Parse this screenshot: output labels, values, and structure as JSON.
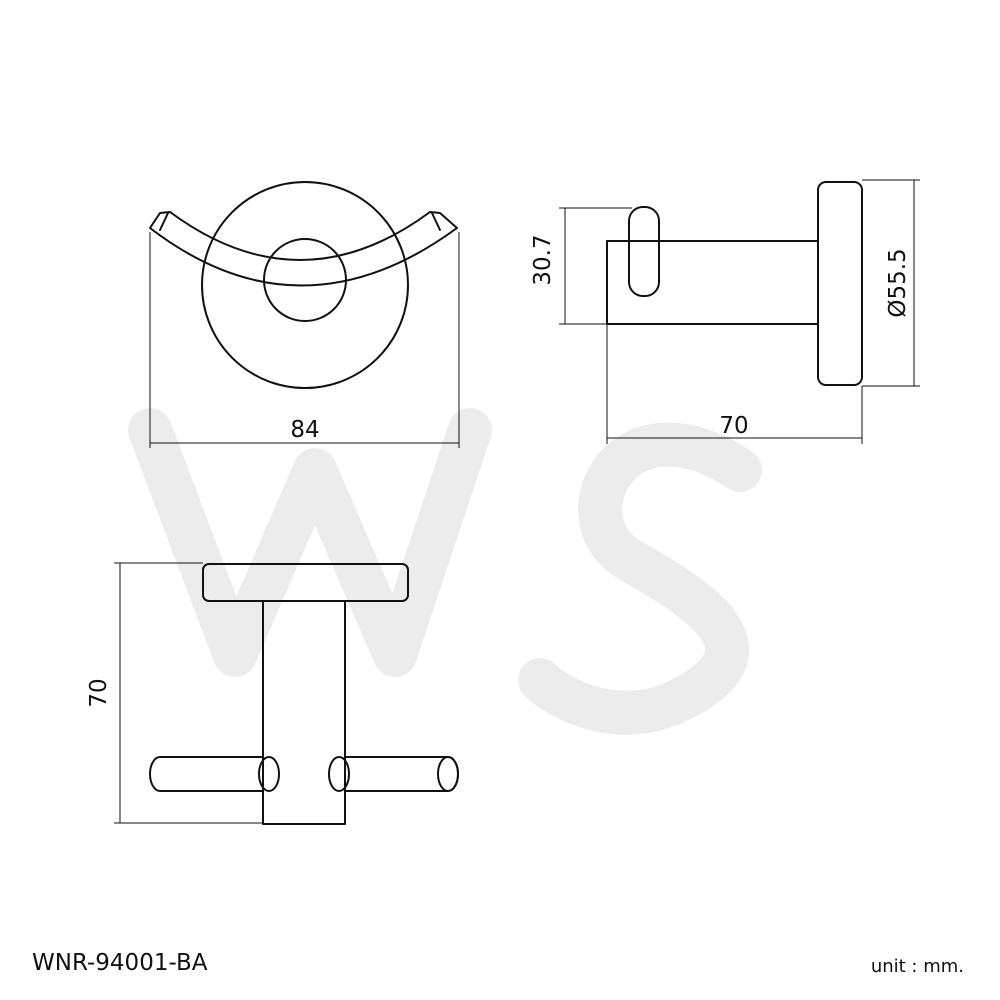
{
  "dimensions": {
    "front_width": "84",
    "side_length": "70",
    "side_hook_height": "30.7",
    "side_diameter": "Ø55.5",
    "top_length": "70"
  },
  "footer": {
    "model": "WNR-94001-BA",
    "unit": "unit : mm."
  },
  "colors": {
    "line": "#111111",
    "background": "#ffffff",
    "watermark": "#ececec"
  }
}
